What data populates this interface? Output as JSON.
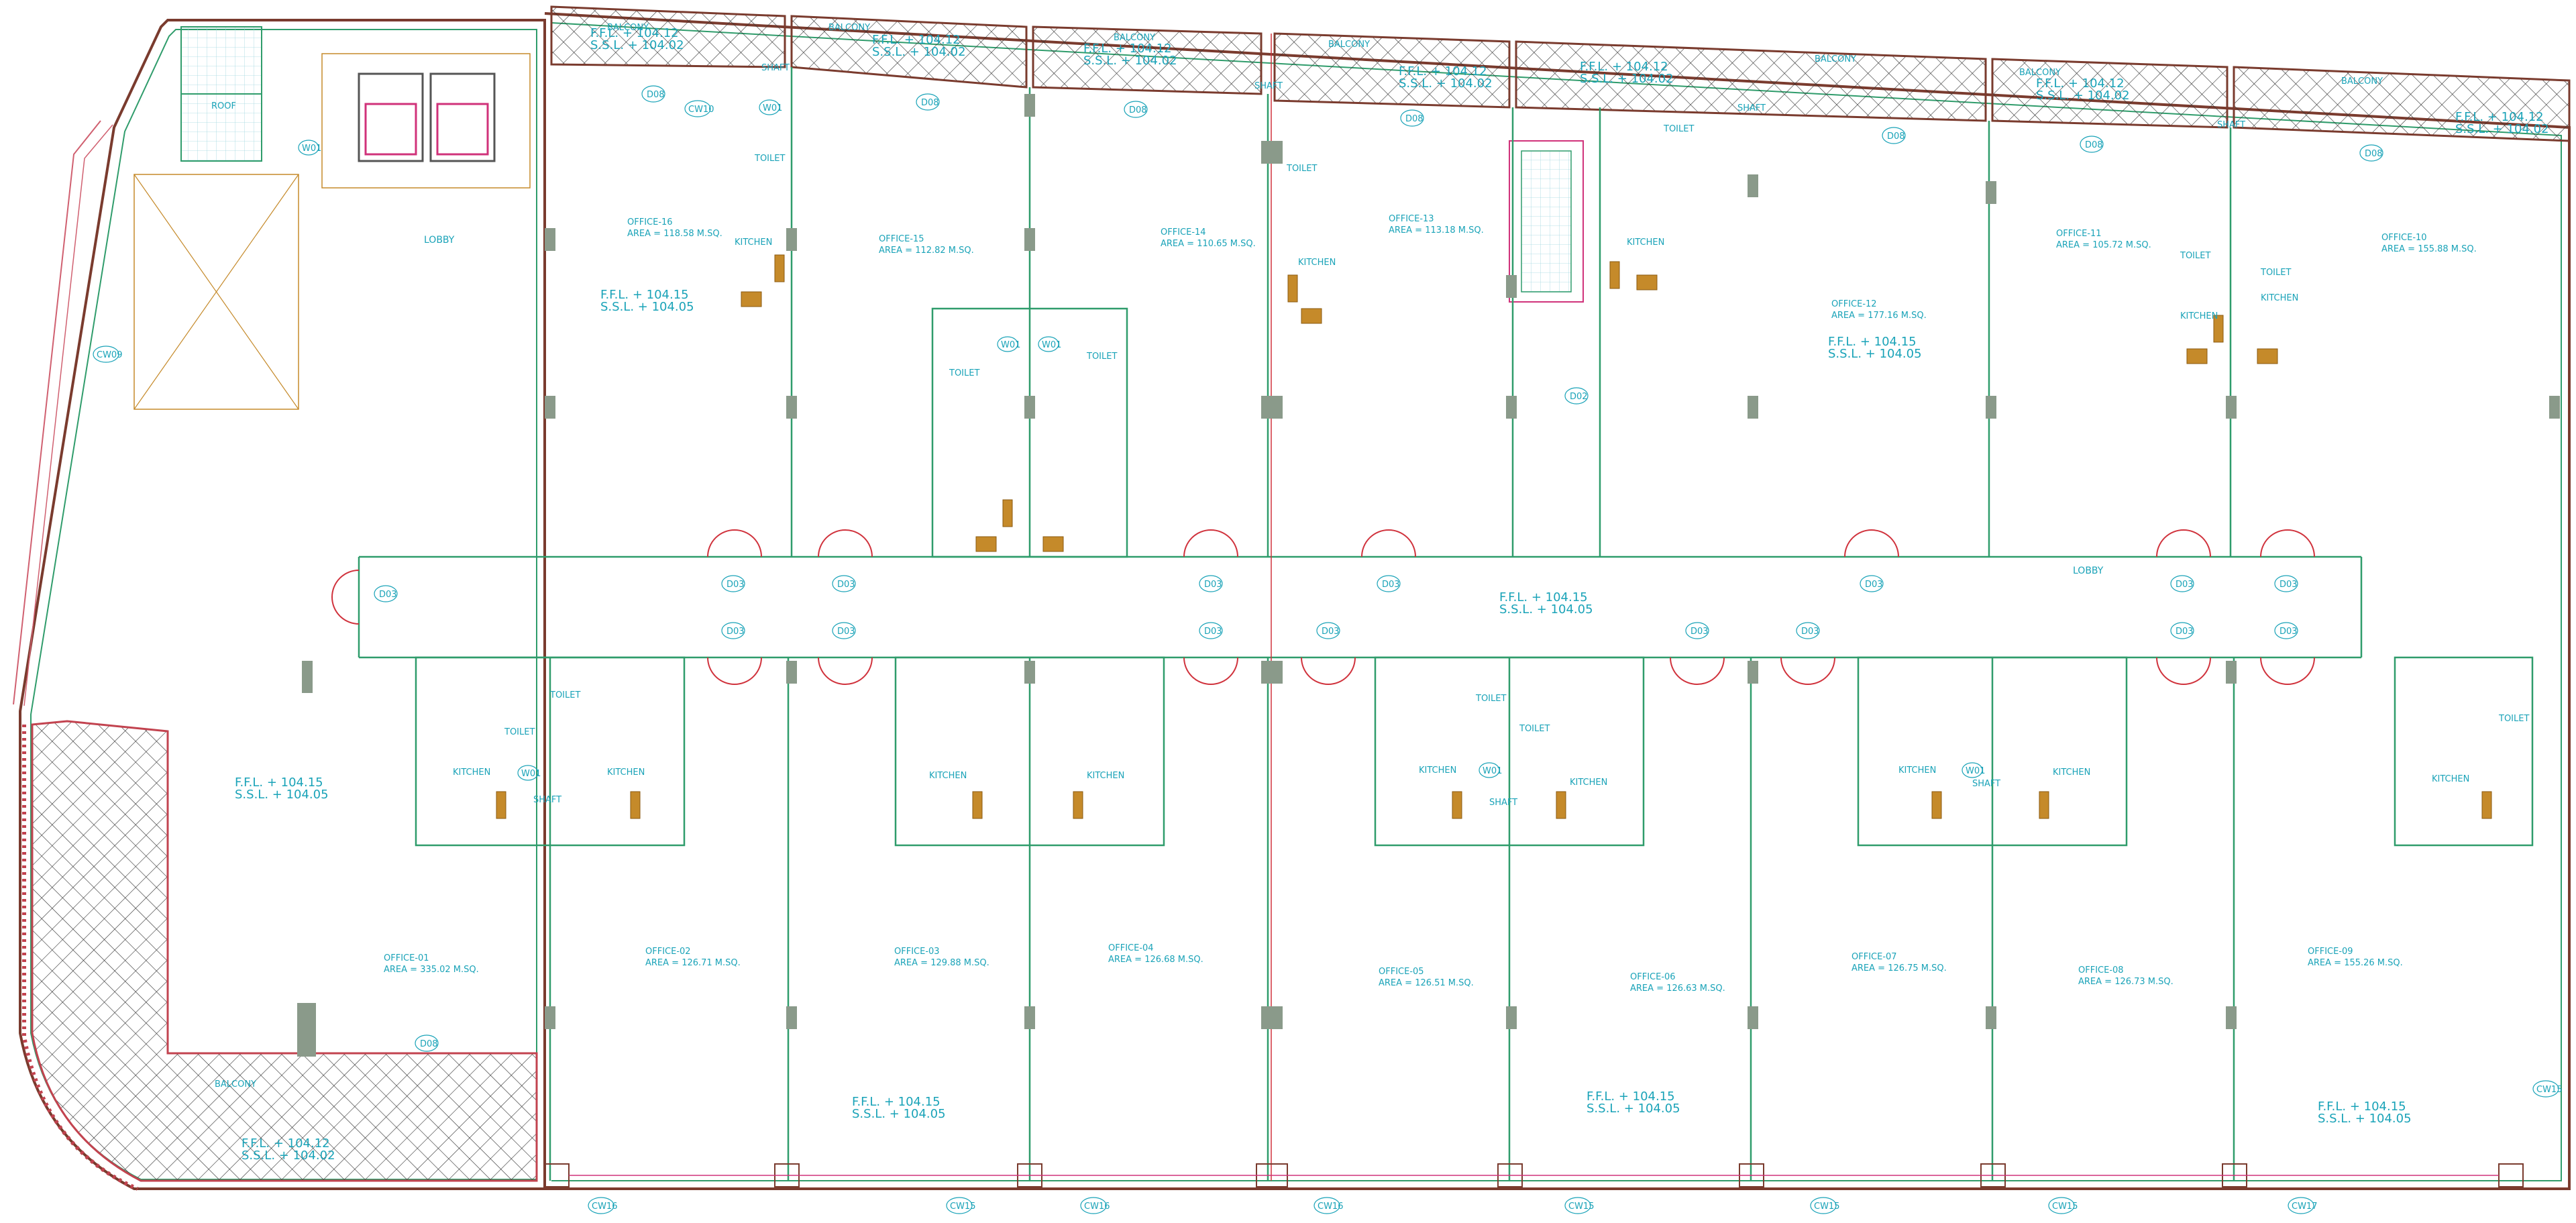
{
  "colors": {
    "wall_outer": "#7a3b2e",
    "wall_inner": "#2f9c6b",
    "label": "#1aa3b8",
    "door": "#d0323c",
    "column": "#8a9a8a",
    "fixture": "#c58a2a",
    "hatch": "#2b2b2b"
  },
  "rooms": {
    "lobby_top": "LOBBY",
    "lobby_corridor": "LOBBY",
    "roof": "ROOF",
    "shaft": "SHAFT",
    "toilet": "TOILET",
    "kitchen": "KITCHEN",
    "balcony": "BALCONY"
  },
  "offices": [
    {
      "name": "OFFICE-16",
      "area": "AREA = 118.58 M.SQ."
    },
    {
      "name": "OFFICE-15",
      "area": "AREA = 112.82 M.SQ."
    },
    {
      "name": "OFFICE-14",
      "area": "AREA = 110.65 M.SQ."
    },
    {
      "name": "OFFICE-13",
      "area": "AREA = 113.18 M.SQ."
    },
    {
      "name": "OFFICE-12",
      "area": "AREA = 177.16 M.SQ."
    },
    {
      "name": "OFFICE-11",
      "area": "AREA = 105.72 M.SQ."
    },
    {
      "name": "OFFICE-10",
      "area": "AREA = 155.88 M.SQ."
    },
    {
      "name": "OFFICE-01",
      "area": "AREA = 335.02 M.SQ."
    },
    {
      "name": "OFFICE-02",
      "area": "AREA = 126.71 M.SQ."
    },
    {
      "name": "OFFICE-03",
      "area": "AREA = 129.88 M.SQ."
    },
    {
      "name": "OFFICE-04",
      "area": "AREA = 126.68 M.SQ."
    },
    {
      "name": "OFFICE-05",
      "area": "AREA = 126.51 M.SQ."
    },
    {
      "name": "OFFICE-06",
      "area": "AREA = 126.63 M.SQ."
    },
    {
      "name": "OFFICE-07",
      "area": "AREA = 126.75 M.SQ."
    },
    {
      "name": "OFFICE-08",
      "area": "AREA = 126.73 M.SQ."
    },
    {
      "name": "OFFICE-09",
      "area": "AREA = 155.26 M.SQ."
    }
  ],
  "levels": {
    "ffl": "F.F.L. + 104.15",
    "ssl": "S.S.L. + 104.05",
    "ffl_balcony": "F.F.L. + 104.12",
    "ssl_balcony": "S.S.L. + 104.02"
  },
  "tags": {
    "d03": "D03",
    "d08": "D08",
    "d02": "D02",
    "w01": "W01",
    "cw15": "CW15",
    "cw16": "CW16",
    "cw17": "CW17",
    "cw10": "CW10",
    "cw09": "CW09"
  }
}
